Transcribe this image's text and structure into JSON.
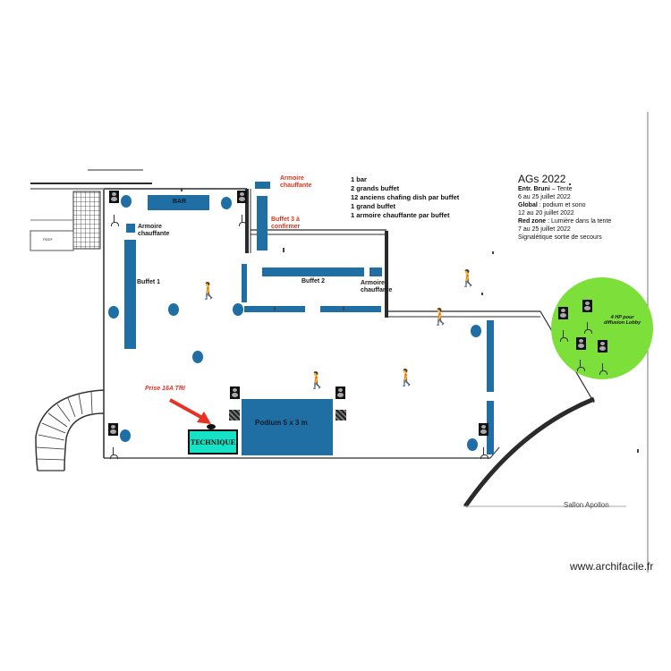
{
  "plan": {
    "bar": "BAR",
    "armoire_left": "Armoire\nchauffante",
    "armoire_top": "Armoire\nchauffante",
    "buffet3": "Buffet 3 à\nconfirmer",
    "buffet1": "Buffet 1",
    "buffet2": "Buffet 2",
    "armoire_right": "Armoire\nchauffante",
    "podium": "Podium 5 x 3 m",
    "technique": "TECHNIQUE",
    "prise": "Prise 16A TRI",
    "lobby": "4 HP pour\ndiffusion Lobby",
    "salon": "Sallon Apollon",
    "stair_label": "PDDF"
  },
  "info_list": [
    "1 bar",
    "2 grands buffet",
    "12 anciens chafing dish par buffet",
    "1 grand buffet",
    "1 armoire chauffante par buffet"
  ],
  "event": {
    "title": "AGs 2022",
    "entr_label": "Entr. Bruni",
    "entr_value": " – Tente",
    "entr_dates": "6 au 25 juillet 2022",
    "global_label": "Global",
    "global_value": " : podium et sono",
    "global_dates": "12 au 20 juillet 2022",
    "red_label": "Red zone",
    "red_value": " : Lumière dans la tente",
    "red_dates": "7 au 25 juillet 2022",
    "signal": "Signalétique sortie de secours"
  },
  "watermark": "www.archifacile.fr",
  "colors": {
    "furniture": "#1f6fa5",
    "lobby_zone": "#7de03a",
    "technique": "#14e3c6",
    "prise_arrow": "#e53222",
    "walls": "#2b2b2b"
  }
}
